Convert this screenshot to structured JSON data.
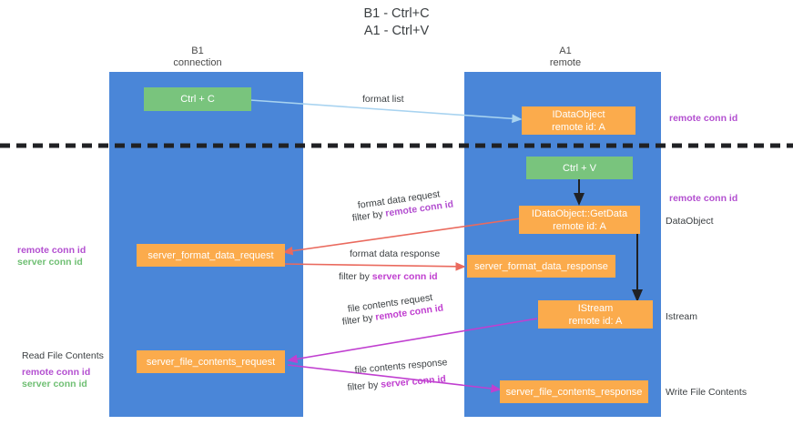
{
  "title": "B1 - Ctrl+C\nA1 - Ctrl+V",
  "columns": [
    {
      "name": "B1",
      "role": "connection",
      "label": "B1\nconnection"
    },
    {
      "name": "A1",
      "role": "remote",
      "label": "A1\nremote"
    }
  ],
  "boxes": {
    "ctrl_c": "Ctrl + C",
    "ctrl_v": "Ctrl + V",
    "idataobject": "IDataObject\nremote id: A",
    "getdata": "IDataObject::GetData\nremote id: A",
    "server_format_data_request": "server_format_data_request",
    "server_format_data_response": "server_format_data_response",
    "istream": "IStream\nremote id: A",
    "server_file_contents_request": "server_file_contents_request",
    "server_file_contents_response": "server_file_contents_response"
  },
  "edges": {
    "format_list": "format list",
    "format_data_request": "format data request",
    "format_data_request_filter_prefix": "filter by ",
    "format_data_request_filter_key": "remote conn id",
    "format_data_response": "format data response",
    "format_data_response_filter_prefix": "filter by ",
    "format_data_response_filter_key": "server conn id",
    "file_contents_request": "file contents request",
    "file_contents_request_filter_prefix": "filter by ",
    "file_contents_request_filter_key": "remote conn id",
    "file_contents_response": "file contents response",
    "file_contents_response_filter_prefix": "filter by ",
    "file_contents_response_filter_key": "server conn id"
  },
  "annotations": {
    "right_remote_conn_id_top": "remote conn id",
    "right_remote_conn_id_mid": "remote conn id",
    "right_dataobject": "DataObject",
    "right_istream": "Istream",
    "right_write_file_contents": "Write File Contents",
    "left_remote_conn_id": "remote conn id",
    "left_server_conn_id": "server conn id",
    "left_read_file_contents": "Read File Contents",
    "left_bottom_remote_conn_id": "remote conn id",
    "left_bottom_server_conn_id": "server conn id"
  },
  "colors": {
    "lane": "#4a86d8",
    "green_box": "#79c47d",
    "orange_box": "#fbab4c",
    "purple_text": "#b34fd0",
    "green_text": "#6fbf73",
    "arrow_blue": "#a8d3f0",
    "arrow_red": "#ea6a5e",
    "arrow_magenta": "#c03fd0",
    "arrow_black": "#202124",
    "divider": "#202124"
  }
}
